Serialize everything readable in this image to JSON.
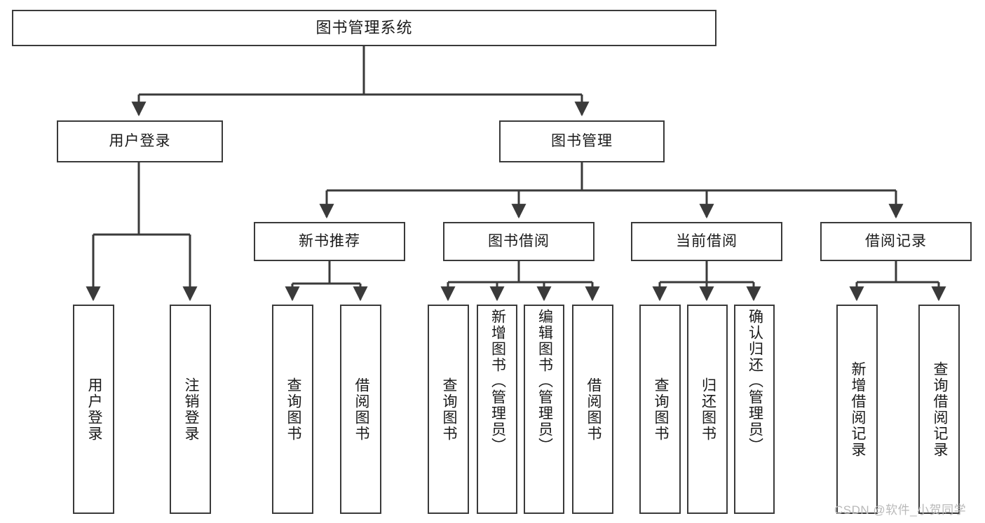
{
  "diagram": {
    "title": "图书管理系统",
    "watermark": "CSDN @软件_小贺同学",
    "root": {
      "label": "图书管理系统"
    },
    "level2": [
      {
        "label": "用户登录"
      },
      {
        "label": "图书管理"
      }
    ],
    "level3": [
      {
        "label": "新书推荐"
      },
      {
        "label": "图书借阅"
      },
      {
        "label": "当前借阅"
      },
      {
        "label": "借阅记录"
      }
    ],
    "leaves": {
      "user_login": [
        {
          "label": "用户登录"
        },
        {
          "label": "注销登录"
        }
      ],
      "new_book": [
        {
          "label": "查询图书"
        },
        {
          "label": "借阅图书"
        }
      ],
      "borrow_book": [
        {
          "label": "查询图书"
        },
        {
          "label": "新增图书（管理员）"
        },
        {
          "label": "编辑图书（管理员）"
        },
        {
          "label": "借阅图书"
        }
      ],
      "current_borrow": [
        {
          "label": "查询图书"
        },
        {
          "label": "归还图书"
        },
        {
          "label": "确认归还（管理员）"
        }
      ],
      "borrow_record": [
        {
          "label": "新增借阅记录"
        },
        {
          "label": "查询借阅记录"
        }
      ]
    },
    "colors": {
      "border": "#3a3a3a",
      "edge": "#3a3a3a",
      "text": "#1a1a1a",
      "background": "#ffffff",
      "watermark": "#b9b9b9"
    }
  }
}
